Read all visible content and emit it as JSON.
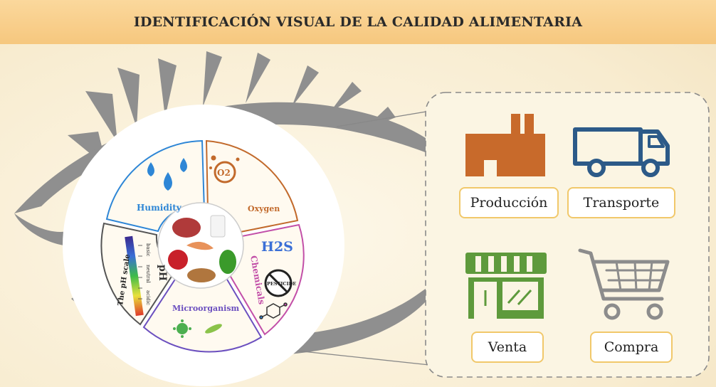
{
  "banner": {
    "title": "IDENTIFICACIÓN VISUAL DE LA CALIDAD ALIMENTARIA"
  },
  "wheel": {
    "humidity": "Humidity",
    "oxygen": "Oxygen",
    "o2": "O2",
    "chemicals": "Chemicals",
    "h2s": "H2S",
    "pesticide": "PESTICIDE",
    "microorganism": "Microorganism",
    "ph": "pH",
    "ph_scale": "The pH scale",
    "basic": "basic",
    "neutral": "neutral",
    "acidic": "acidic"
  },
  "stages": {
    "produccion": "Producción",
    "transporte": "Transporte",
    "venta": "Venta",
    "compra": "Compra"
  },
  "colors": {
    "eye": "#8f8f8f",
    "humidity": "#2e86d6",
    "oxygen": "#c26a2c",
    "chemicals": "#c24fa8",
    "microorganism": "#6b4fbf",
    "factory": "#c86a2b",
    "truck": "#2c5a88",
    "store": "#5e9a3c",
    "cart": "#8c8c8c"
  }
}
